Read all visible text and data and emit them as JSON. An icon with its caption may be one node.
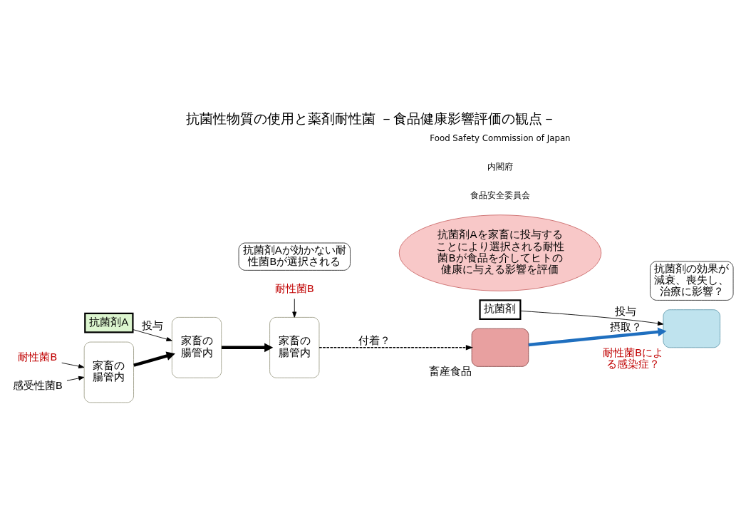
{
  "diagram": {
    "title": "抗菌性物質の使用と薬剤耐性菌 －食品健康影響評価の観点－",
    "nodes": [
      {
        "text": [
          "家畜の腸管内"
        ]
      },
      {
        "text": [
          "抗菌剤A"
        ]
      },
      {
        "text": [
          "家畜の腸管内"
        ]
      },
      {
        "text": [
          "家畜の腸管内"
        ]
      },
      {
        "text": [],
        "shape": "box",
        "beside": [
          "畜産食品"
        ]
      },
      {
        "text": [],
        "shape": "box",
        "beside": [
          "耐性菌Bによる感染症？"
        ]
      },
      {
        "text": [
          "抗菌剤"
        ]
      },
      {
        "text": [
          "抗菌剤の効果が減衰、喪失し、治療に影響？"
        ]
      },
      {
        "text": [
          "抗菌剤Aが効かない耐性菌Bが選択される"
        ]
      },
      {
        "text": [
          "抗菌剤Aを家畜に投与することにより選択される耐性菌Bが食品を介してヒトの健康に与える影響を評価"
        ]
      },
      {
        "text": [
          "耐性菌B"
        ]
      },
      {
        "text": [
          "感受性菌B"
        ]
      },
      {
        "text": [
          "耐性菌B"
        ]
      }
    ],
    "edges": [
      {
        "from": 1,
        "to": 2,
        "arrow": "to",
        "label": "投与"
      },
      {
        "from": 0,
        "to": 2,
        "arrow": "to",
        "style": "thick"
      },
      {
        "from": 2,
        "to": 3,
        "arrow": "to",
        "style": "thick"
      },
      {
        "from": 3,
        "to": 4,
        "arrow": "to",
        "style": "dashed",
        "label": "付着？"
      },
      {
        "from": 4,
        "to": 5,
        "arrow": "to",
        "style": "thick",
        "color": "#1f6fbf",
        "label": "摂取？"
      },
      {
        "from": 6,
        "to": 5,
        "arrow": "to",
        "label": "投与"
      },
      {
        "from": 10,
        "to": 0,
        "arrow": "to"
      },
      {
        "from": 11,
        "to": 0,
        "arrow": "to"
      },
      {
        "from": 12,
        "to": 3,
        "arrow": "to"
      }
    ],
    "labels": [
      "食品安全委員会",
      "内閣府",
      "Food Safety Commission of Japan"
    ]
  }
}
